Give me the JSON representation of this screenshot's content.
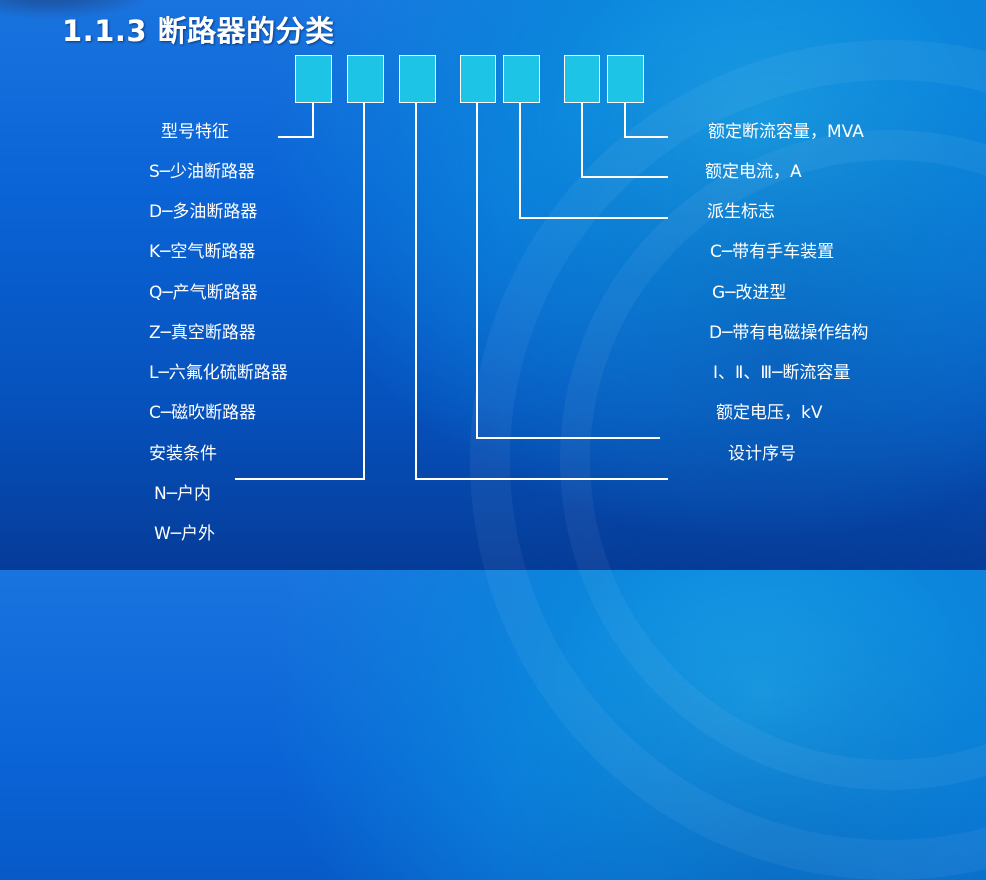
{
  "slide": {
    "title": "1.1.3 断路器的分类",
    "code_boxes": [
      {
        "id": 1,
        "label": ""
      },
      {
        "id": 2,
        "label": ""
      },
      {
        "id": 3,
        "label": ""
      },
      {
        "id": 4,
        "label": ""
      },
      {
        "id": 5,
        "label": ""
      },
      {
        "id": 6,
        "label": ""
      },
      {
        "id": 7,
        "label": ""
      }
    ],
    "left_labels": {
      "type_feature": "型号特征",
      "types": [
        "S─少油断路器",
        "D─多油断路器",
        "K─空气断路器",
        "Q─产气断路器",
        "Z─真空断路器",
        "L─六氟化硫断路器",
        "C─磁吹断路器"
      ],
      "install_condition": "安装条件",
      "install_options": [
        "N─户内",
        "W─户外"
      ]
    },
    "right_labels": {
      "rated_breaking_capacity": "额定断流容量，MVA",
      "rated_current": "额定电流，A",
      "derived_mark": "派生标志",
      "derived_options": [
        "C─带有手车装置",
        "G─改进型",
        "D─带有电磁操作结构",
        "Ⅰ、Ⅱ、Ⅲ─断流容量"
      ],
      "rated_voltage": "额定电压，kV",
      "design_serial": "设计序号"
    },
    "colors": {
      "box_fill": "#1ec4e6",
      "line": "#ffffff",
      "text": "#ffffff",
      "background": "#0a63d5"
    }
  }
}
